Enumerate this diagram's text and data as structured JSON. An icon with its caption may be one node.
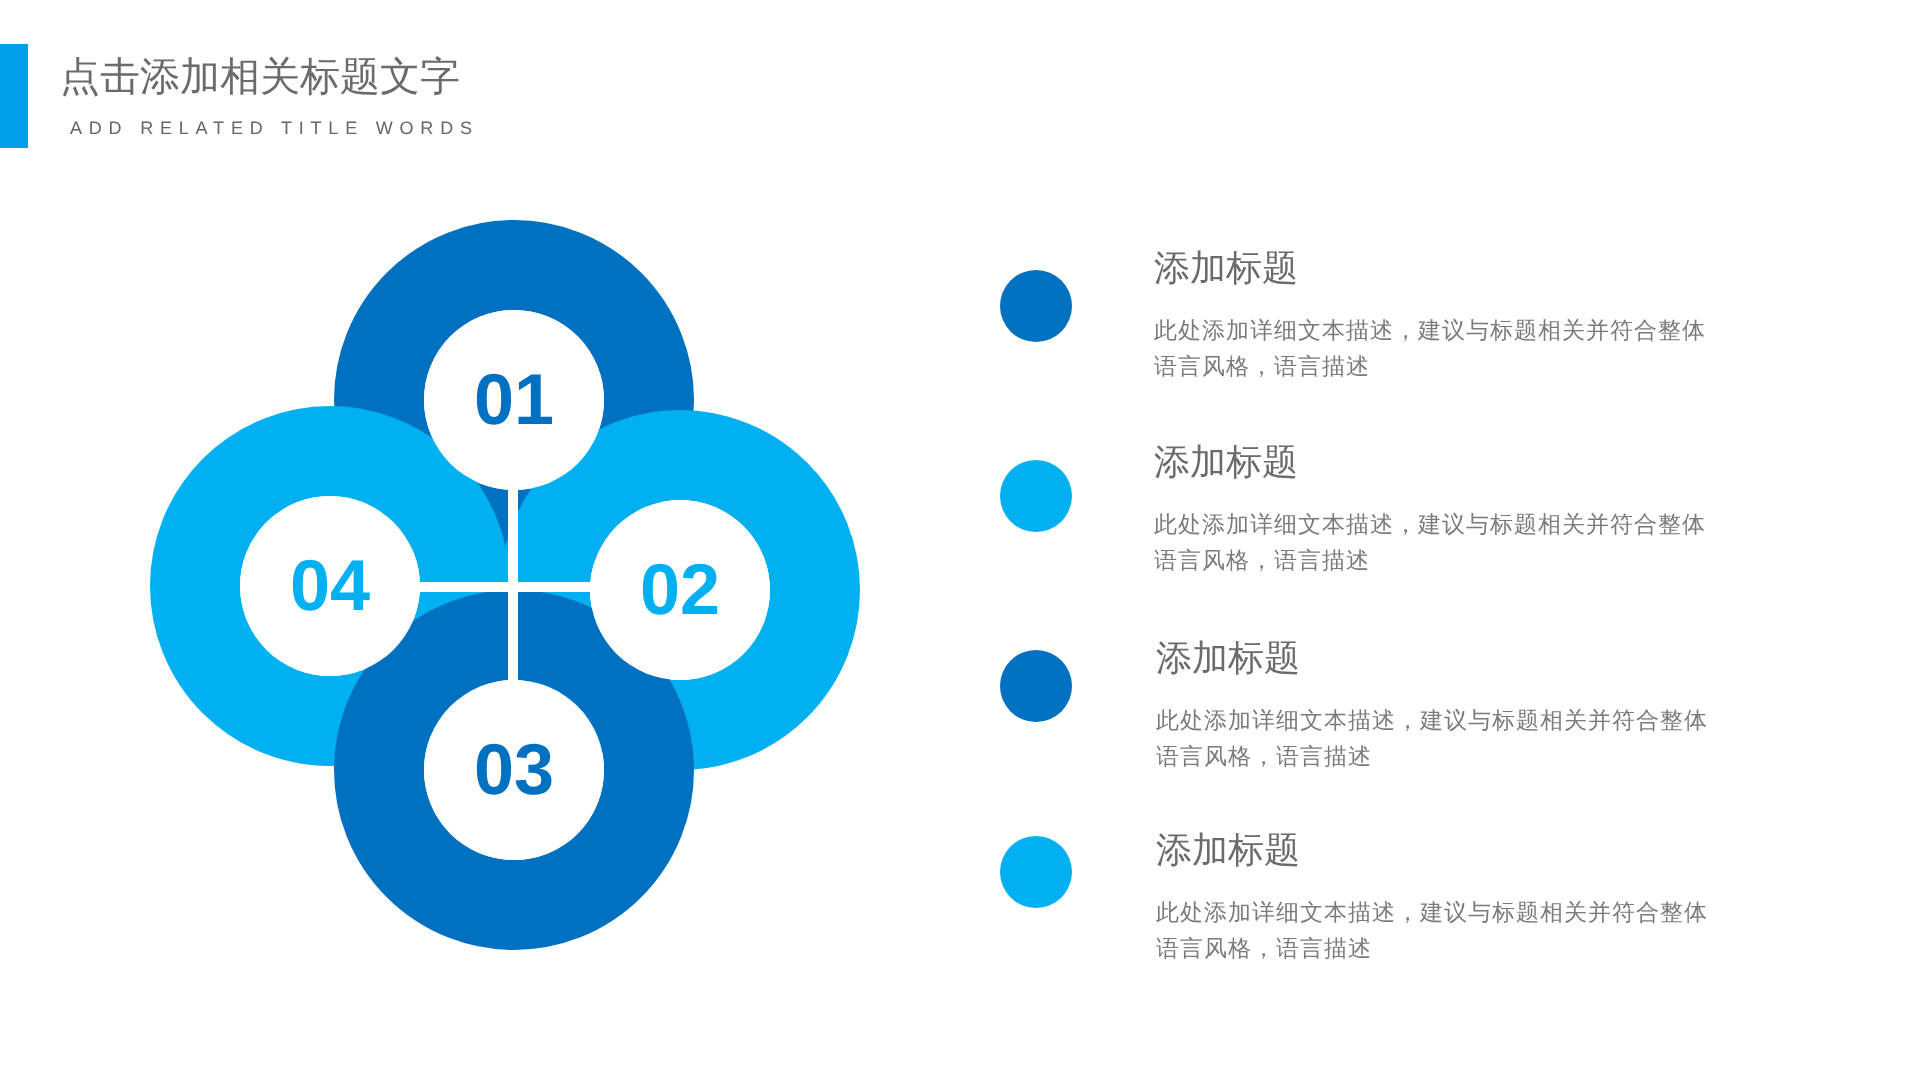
{
  "diagram": {
    "title": "点击添加相关标题文字",
    "nodes": [
      {
        "text": [
          "01"
        ]
      },
      {
        "text": [
          "02"
        ]
      },
      {
        "text": [
          "03"
        ]
      },
      {
        "text": [
          "04"
        ]
      },
      {
        "text": [],
        "shape": "circle"
      },
      {
        "text": [],
        "shape": "circle"
      },
      {
        "text": [],
        "shape": "circle"
      },
      {
        "text": [],
        "shape": "circle"
      }
    ],
    "labels": [
      "ADD RELATED TITLE WORDS",
      "添加标题",
      "此处添加详细文本描述，建议与标题相关并符合整体语言风格，语言描述",
      "添加标题",
      "此处添加详细文本描述，建议与标题相关并符合整体语言风格，语言描述",
      "添加标题",
      "此处添加详细文本描述，建议与标题相关并符合整体语言风格，语言描述",
      "添加标题",
      "此处添加详细文本描述，建议与标题相关并符合整体语言风格，语言描述"
    ]
  }
}
